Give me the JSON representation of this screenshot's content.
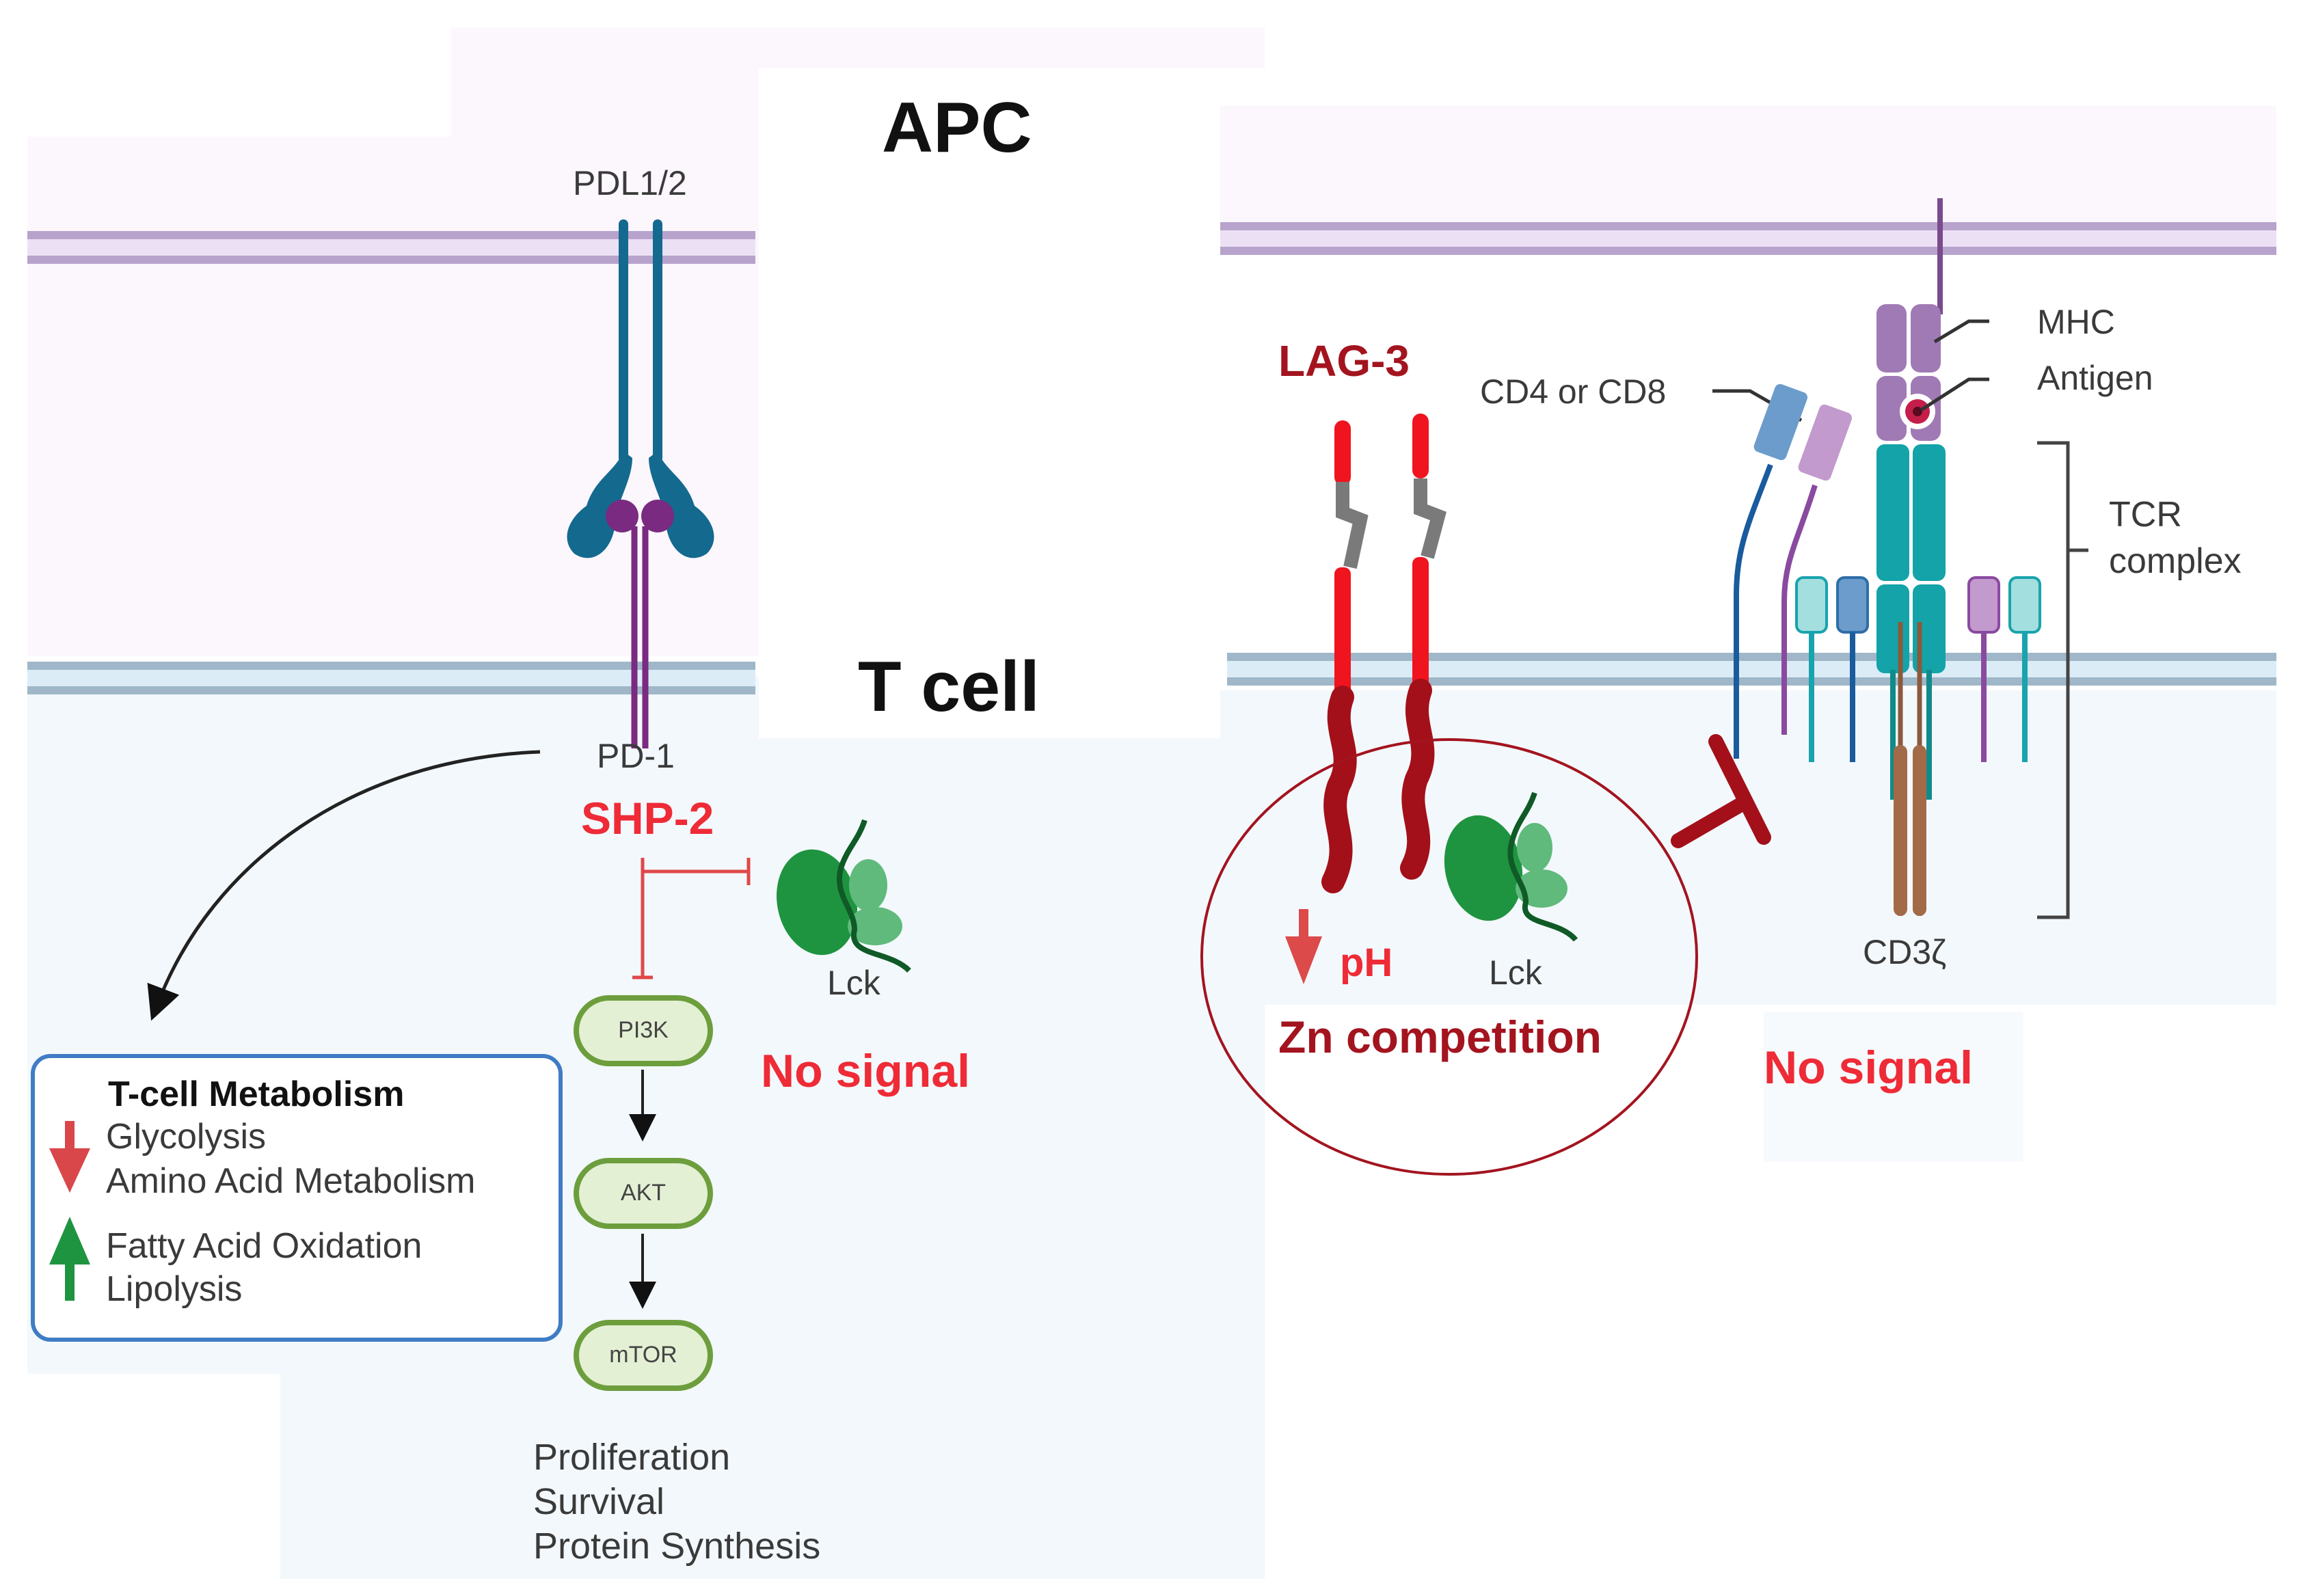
{
  "colors": {
    "apc_bg": "#fcf6fd",
    "tcell_bg": "#f3f8fc",
    "apc_membrane": "#b7a3cc",
    "tcell_membrane": "#9fb7c8",
    "pdl": "#14698f",
    "pd1": "#7a2a80",
    "inhibit_red": "#ee2b36",
    "lag3_red": "#f0141e",
    "lag3_dark": "#a3101a",
    "lck_green": "#1f9440",
    "box_blue": "#3f7cc4",
    "node_green": "#6d9e3d"
  },
  "left_panel": {
    "apc_label": "APC",
    "tcell_label": "T cell",
    "pdl_label": "PDL1/2",
    "pd1_label": "PD-1",
    "shp2_label": "SHP-2",
    "lck_label": "Lck",
    "no_signal": "No signal",
    "pathway_nodes": [
      "PI3K",
      "AKT",
      "mTOR"
    ],
    "outcomes": [
      "Proliferation",
      "Survival",
      "Protein Synthesis"
    ],
    "metabolism_box": {
      "title": "T-cell Metabolism",
      "down": [
        "Glycolysis",
        "Amino Acid Metabolism"
      ],
      "up": [
        "Fatty Acid Oxidation",
        "Lipolysis"
      ]
    }
  },
  "right_panel": {
    "lag3_label": "LAG-3",
    "cd4_cd8_label": "CD4 or CD8",
    "mhc_label": "MHC",
    "antigen_label": "Antigen",
    "tcr_label_line1": "TCR",
    "tcr_label_line2": "complex",
    "cd3z_label": "CD3ζ",
    "ph_label": "pH",
    "lck_label": "Lck",
    "zn_label": "Zn competition",
    "no_signal": "No signal"
  }
}
